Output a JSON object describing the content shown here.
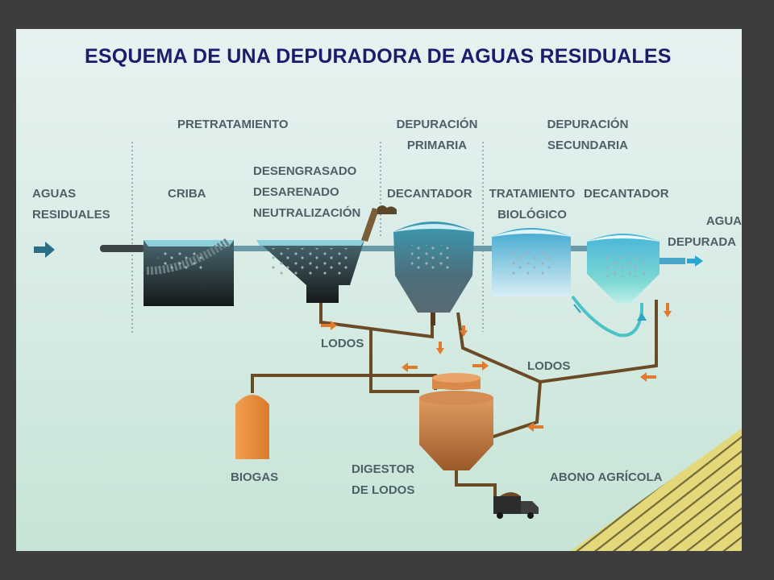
{
  "title": "ESQUEMA DE UNA DEPURADORA DE AGUAS RESIDUALES",
  "stages": {
    "pretratamiento": "PRETRATAMIENTO",
    "primaria": [
      "DEPURACIÓN",
      "PRIMARIA"
    ],
    "secundaria": [
      "DEPURACIÓN",
      "SECUNDARIA"
    ]
  },
  "labels": {
    "aguas_residuales": [
      "AGUAS",
      "RESIDUALES"
    ],
    "criba": "CRIBA",
    "desengrasado": [
      "DESENGRASADO",
      "DESARENADO",
      "NEUTRALIZACIÓN"
    ],
    "decantador_1": "DECANTADOR",
    "tratamiento": [
      "TRATAMIENTO",
      "BIOLÓGICO"
    ],
    "decantador_2": "DECANTADOR",
    "agua_depurada": [
      "AGUA",
      "DEPURADA"
    ],
    "lodos_1": "LODOS",
    "lodos_2": "LODOS",
    "biogas": "BIOGAS",
    "digestor": [
      "DIGESTOR",
      "DE LODOS"
    ],
    "abono": "ABONO AGRÍCOLA"
  },
  "colors": {
    "title": "#1e1a6e",
    "label": "#4f5f67",
    "water": "#2d8fa6",
    "sludge_pipe": "#6b4a26",
    "arrow": "#e07a2c",
    "digester": "#d98a4a",
    "biogas_tank": "#e8913a"
  },
  "icons": {
    "inflow": "arrow-right-icon",
    "outflow": "arrow-right-icon",
    "truck": "truck-icon"
  }
}
